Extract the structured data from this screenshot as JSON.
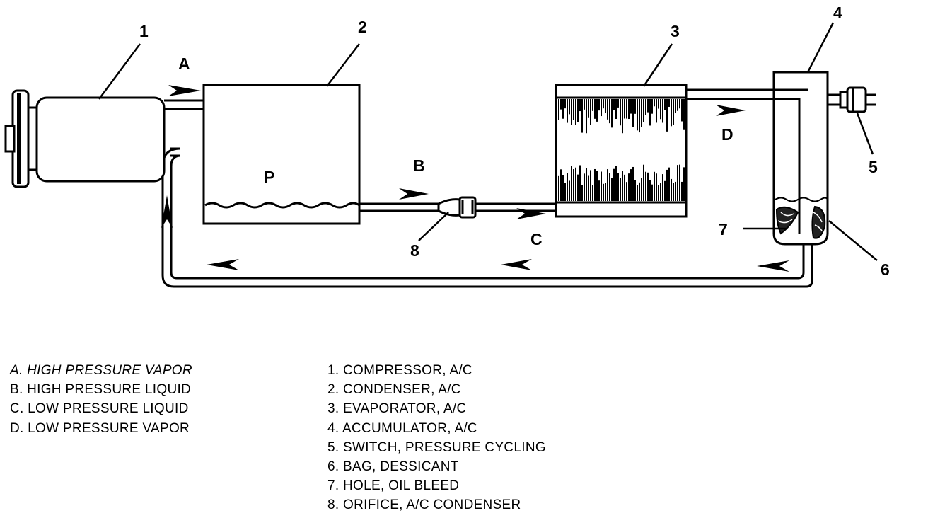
{
  "diagram": {
    "callouts": [
      "1",
      "2",
      "3",
      "4",
      "5",
      "6",
      "7",
      "8"
    ],
    "flow_letters": {
      "a": "A",
      "b": "B",
      "c": "C",
      "d": "D"
    },
    "condenser_label": "P"
  },
  "legend": {
    "flow_states": [
      "A. HIGH PRESSURE VAPOR",
      "B. HIGH PRESSURE LIQUID",
      "C. LOW PRESSURE LIQUID",
      "D. LOW PRESSURE VAPOR"
    ],
    "components": [
      "1. COMPRESSOR, A/C",
      "2. CONDENSER, A/C",
      "3. EVAPORATOR, A/C",
      "4. ACCUMULATOR, A/C",
      "5. SWITCH, PRESSURE CYCLING",
      "6. BAG, DESSICANT",
      "7. HOLE, OIL BLEED",
      "8. ORIFICE, A/C CONDENSER"
    ]
  }
}
